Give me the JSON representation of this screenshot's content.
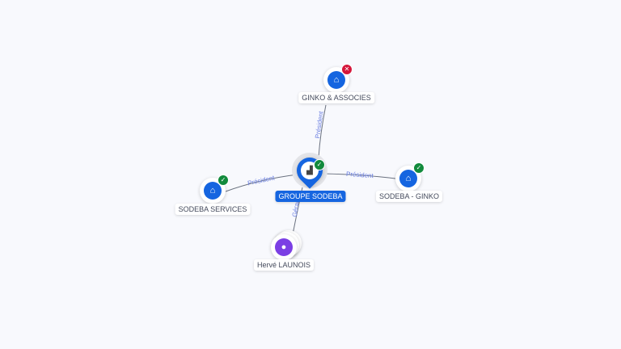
{
  "center": {
    "label": "GROUPE SODEBA",
    "status": "active"
  },
  "nodes": [
    {
      "label": "GINKO & ASSOCIES",
      "status": "closed"
    },
    {
      "label": "SODEBA - GINKO",
      "status": "active"
    },
    {
      "label": "SODEBA SERVICES",
      "status": "active"
    },
    {
      "label": "Hervé LAUNOIS",
      "type": "person"
    }
  ],
  "edges": {
    "top": "Président",
    "right": "Président",
    "left": "Président",
    "bottom": "Gérant"
  },
  "colors": {
    "accent": "#1565e0",
    "ok": "#118a3c",
    "ko": "#d5163b",
    "person": "#7b3fe4"
  }
}
